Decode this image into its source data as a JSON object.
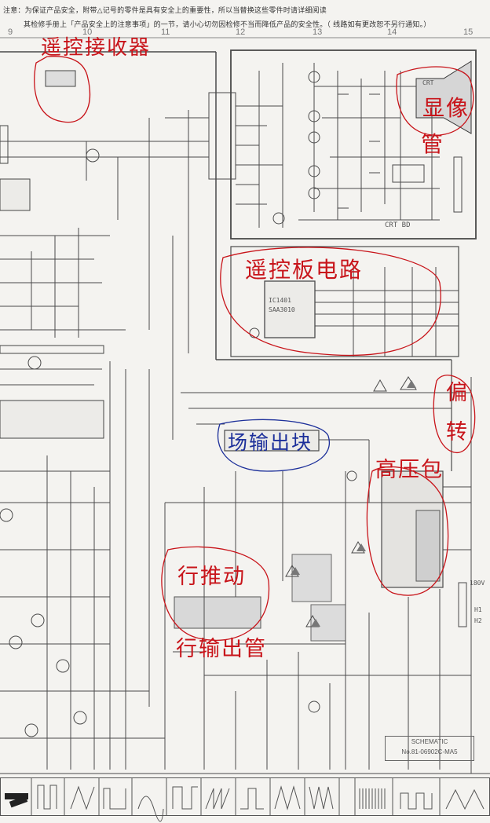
{
  "header": {
    "notice_line1": "注意：为保证产品安全，附带△记号的零件是具有安全上的重要性，所以当替换这些零件时请详细阅读",
    "notice_line2": "其检修手册上「产品安全上的注意事项」的一节，请小心切勿因检修不当而降低产品的安全性。（  线路如有更改恕不另行通知。）",
    "column_numbers": [
      "9",
      "10",
      "11",
      "12",
      "13",
      "14",
      "15"
    ]
  },
  "annotations": {
    "remote_receiver": "遥控接收器",
    "crt_display_1": "显像",
    "crt_display_2": "管",
    "remote_board": "遥控板电路",
    "vertical_output": "场输出块",
    "deflection_1": "偏",
    "deflection_2": "转",
    "flyback": "高压包",
    "horizontal_drive": "行推动",
    "horizontal_output": "行输出管"
  },
  "labels": {
    "crt_bd": "CRT BD",
    "ic_name": "IC1401",
    "ic_part": "SAA3010",
    "crt_label": "CRT",
    "vol_label": "180V",
    "h1": "H1",
    "h2": "H2"
  },
  "title_block": {
    "line1": "SCHEMATIC",
    "line2": "No.81-06902C-MA5"
  },
  "colors": {
    "paper": "#f4f3f0",
    "ink": "#3a3a3a",
    "annotation_red": "#c8141a",
    "annotation_blue": "#1c2f9a"
  }
}
